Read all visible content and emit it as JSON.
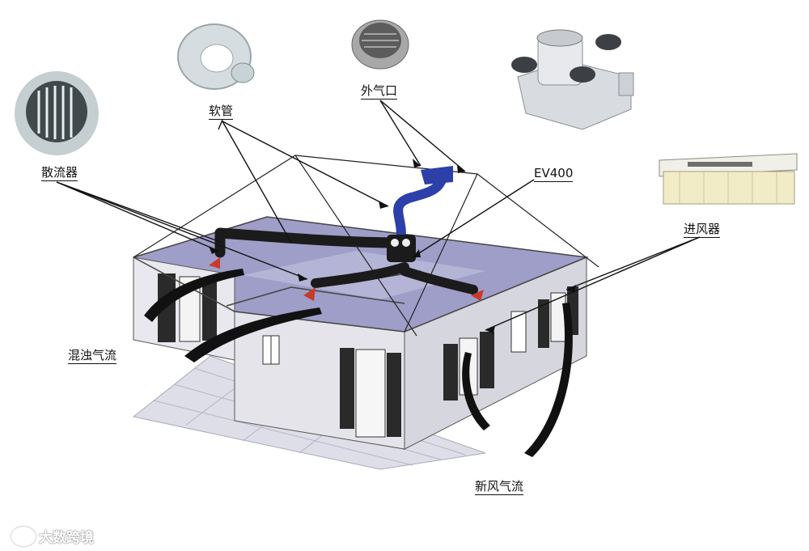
{
  "labels": {
    "diffuser": "散流器",
    "hose": "软管",
    "outdoor_vent": "外气口",
    "unit": "EV400",
    "inlet": "进风器",
    "exhaust_flow": "混浊气流",
    "fresh_flow": "新风气流"
  },
  "watermark": "大数跨境",
  "colors": {
    "duct": "#1b1b1b",
    "unit_blue": "#2d3fa8",
    "wall": "#e3e3ea",
    "floor_shade": "#9b9bc4",
    "roof_line": "#222222"
  }
}
